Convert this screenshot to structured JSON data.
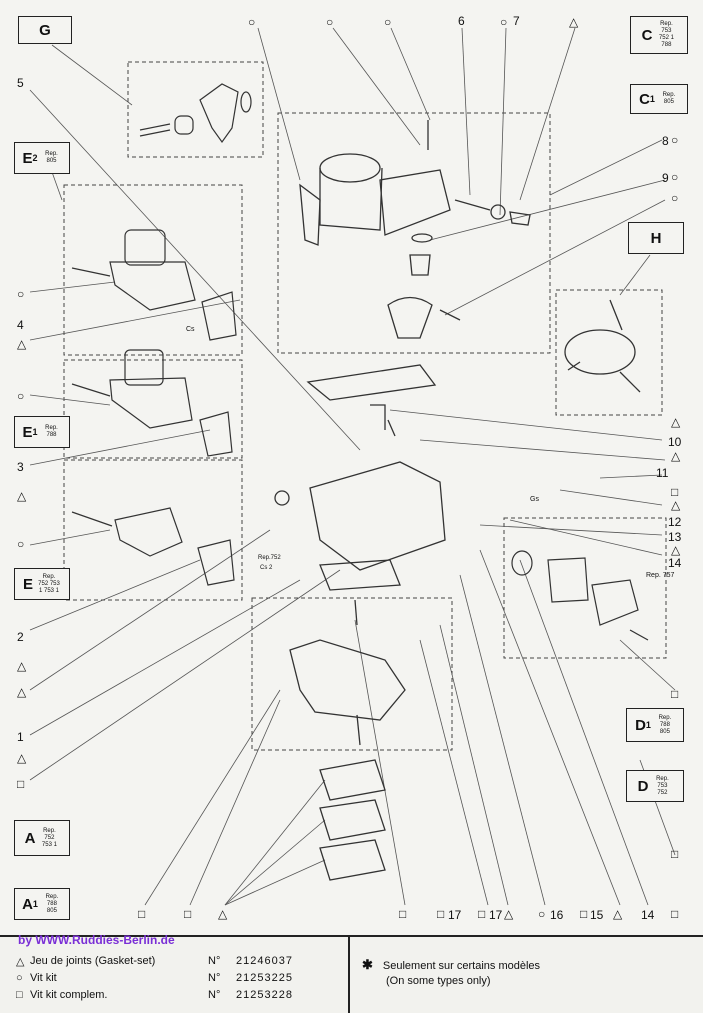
{
  "diagram": {
    "part_numbers": {
      "n1": "1",
      "n2": "2",
      "n3": "3",
      "n4": "4",
      "n5": "5",
      "n6": "6",
      "n7": "7",
      "n8": "8",
      "n9": "9",
      "n10": "10",
      "n11": "11",
      "n12": "12",
      "n13": "13",
      "n14": "14",
      "n15": "15",
      "n16": "16",
      "n17a": "17",
      "n17b": "17",
      "n14b": "14"
    },
    "small_marks": {
      "rep757": "Rep. 757",
      "rep752": "Rep.752",
      "cs": "Cs",
      "cs2": "Cs 2",
      "gs": "Gs"
    },
    "subassemblies": [
      {
        "letter": "G",
        "sub": "",
        "rep": ""
      },
      {
        "letter": "E",
        "sub": "2",
        "rep": "Rep. 805"
      },
      {
        "letter": "E",
        "sub": "1",
        "rep": "Rep. 788"
      },
      {
        "letter": "E",
        "sub": "",
        "rep": "Rep. 752 753 1 753 1"
      },
      {
        "letter": "C",
        "sub": "",
        "rep": "Rep. 753 752 1 788"
      },
      {
        "letter": "C",
        "sub": "1",
        "rep": "Rep. 805"
      },
      {
        "letter": "H",
        "sub": "",
        "rep": ""
      },
      {
        "letter": "D",
        "sub": "1",
        "rep": "Rep. 788 805"
      },
      {
        "letter": "D",
        "sub": "",
        "rep": "Rep. 753 752"
      },
      {
        "letter": "A",
        "sub": "",
        "rep": "Rep. 752 753 1"
      },
      {
        "letter": "A",
        "sub": "1",
        "rep": "Rep. 788 805"
      }
    ]
  },
  "footer": {
    "credit": "by  WWW.Ruddies-Berlin.de",
    "rows": [
      {
        "symbol": "△",
        "text": "Jeu de joints (Gasket-set)",
        "no": "N°",
        "code": "21246037"
      },
      {
        "symbol": "○",
        "text": "Vit kit",
        "no": "N°",
        "code": "21253225"
      },
      {
        "symbol": "□",
        "text": "Vit kit complem.",
        "no": "N°",
        "code": "21253228"
      }
    ],
    "note_star": "✱",
    "note_line1": "Seulement sur certains modèles",
    "note_line2": "(On some types only)"
  }
}
